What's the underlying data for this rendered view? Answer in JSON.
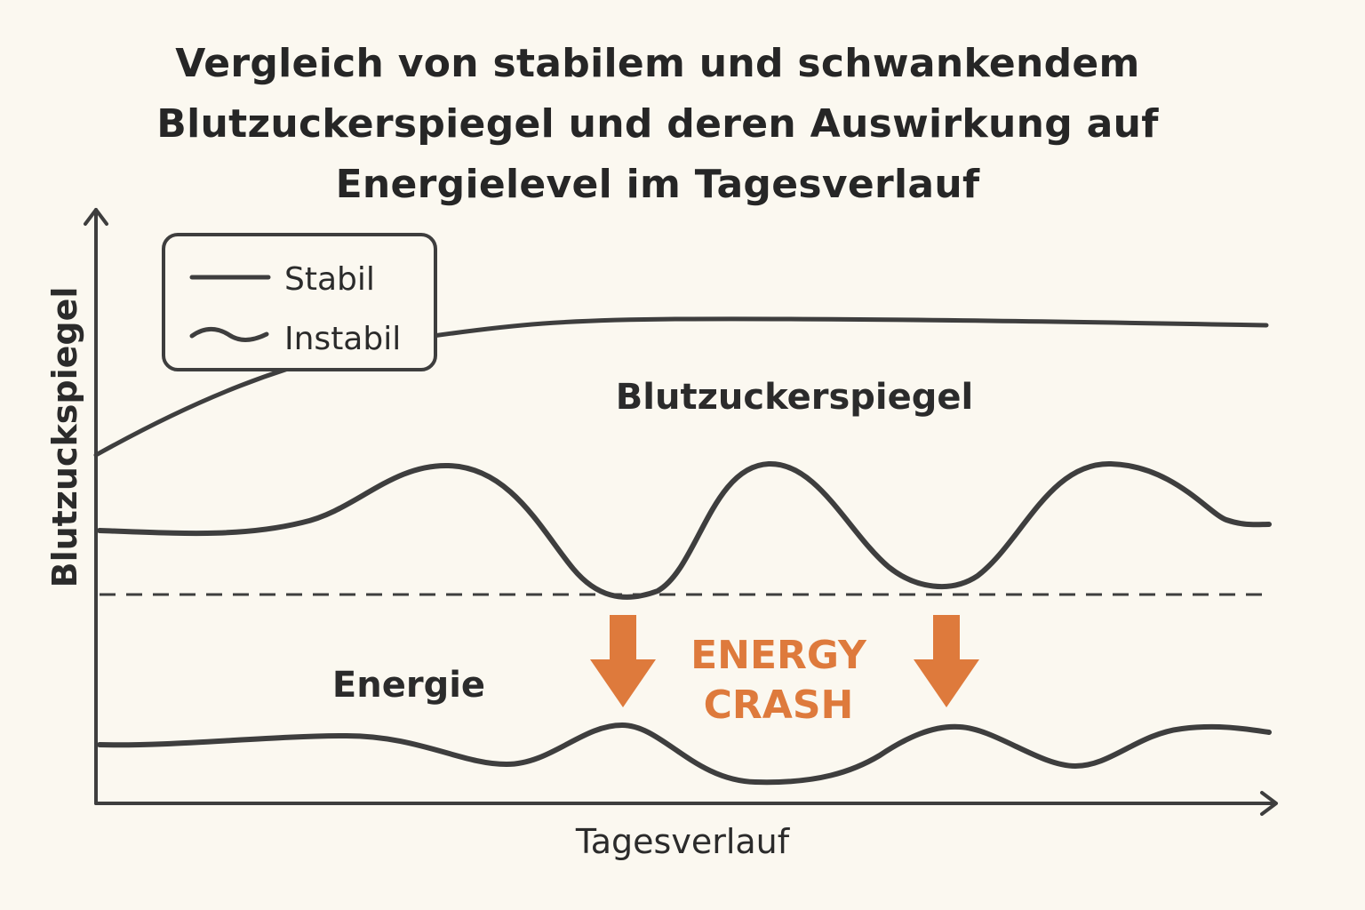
{
  "title": {
    "line1": "Vergleich von stabilem und schwankendem",
    "line2": "Blutzuckerspiegel und deren Auswirkung auf",
    "line3": "Energielevel im Tagesverlauf"
  },
  "axes": {
    "ylabel": "Blutzuckspiegel",
    "xlabel": "Tagesverlauf"
  },
  "legend": {
    "position": "top-left",
    "items": [
      {
        "label": "Stabil",
        "style": "straight"
      },
      {
        "label": "Instabil",
        "style": "wavy"
      }
    ]
  },
  "labels": {
    "blood_sugar": "Blutzuckerspiegel",
    "energy": "Energie",
    "crash_line1": "ENERGY",
    "crash_line2": "CRASH"
  },
  "colors": {
    "ink": "#3e3e3e",
    "accent": "#de7a3c",
    "background": "#fbf8f0"
  },
  "icons": [
    "down-arrow-icon",
    "down-arrow-icon"
  ]
}
